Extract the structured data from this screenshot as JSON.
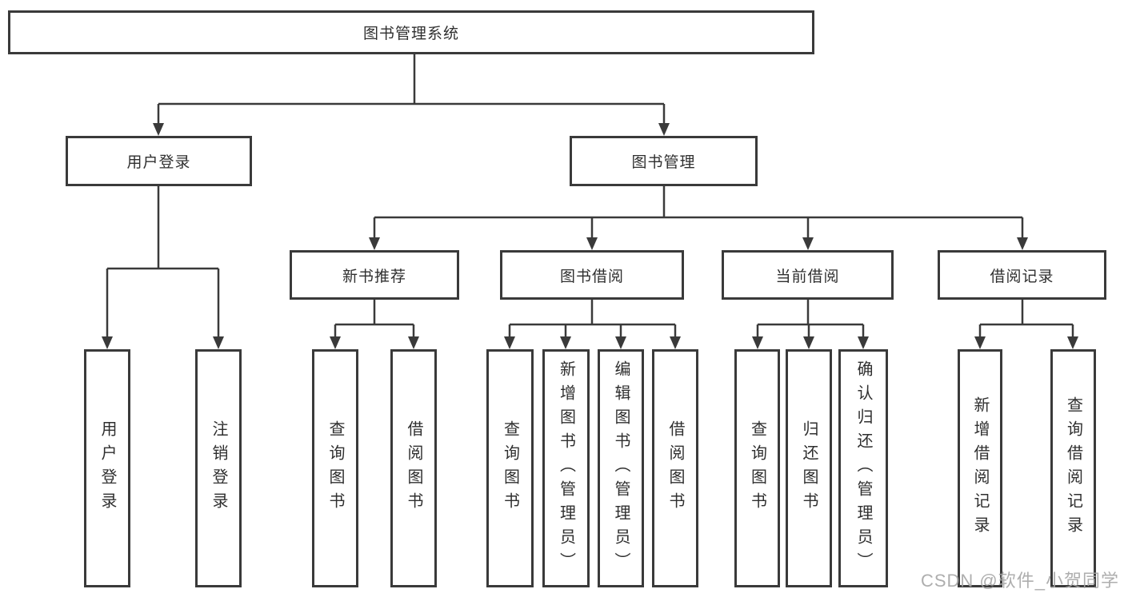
{
  "tree": {
    "root": {
      "label": "图书管理系统"
    },
    "branches": [
      {
        "label": "用户登录",
        "children": [
          {
            "label": "用户登录"
          },
          {
            "label": "注销登录"
          }
        ]
      },
      {
        "label": "图书管理",
        "children": [
          {
            "label": "新书推荐",
            "children": [
              {
                "label": "查询图书"
              },
              {
                "label": "借阅图书"
              }
            ]
          },
          {
            "label": "图书借阅",
            "children": [
              {
                "label": "查询图书"
              },
              {
                "label": "新增图书（管理员）"
              },
              {
                "label": "编辑图书（管理员）"
              },
              {
                "label": "借阅图书"
              }
            ]
          },
          {
            "label": "当前借阅",
            "children": [
              {
                "label": "查询图书"
              },
              {
                "label": "归还图书"
              },
              {
                "label": "确认归还（管理员）"
              }
            ]
          },
          {
            "label": "借阅记录",
            "children": [
              {
                "label": "新增借阅记录"
              },
              {
                "label": "查询借阅记录"
              }
            ]
          }
        ]
      }
    ]
  },
  "watermark": {
    "text": "CSDN @软件_小贺同学"
  },
  "colors": {
    "line": "#3a3a3a",
    "box_border": "#3a3a3a",
    "box_fill": "#ffffff",
    "text": "#2f2f2f",
    "watermark": "#a5a5a5"
  }
}
